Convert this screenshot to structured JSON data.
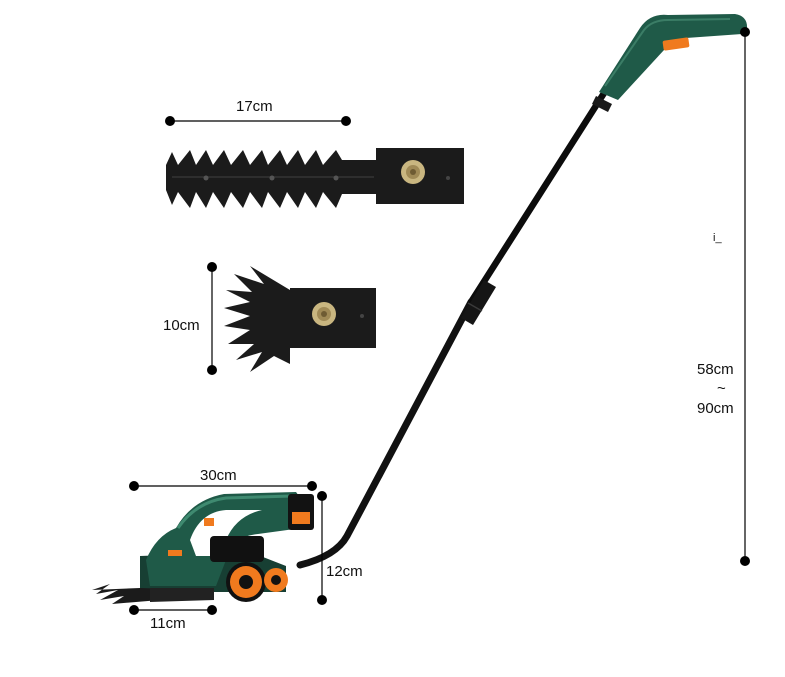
{
  "dimensions": {
    "blade_long_length": "17cm",
    "blade_short_width": "10cm",
    "body_length": "30cm",
    "body_height": "12cm",
    "blade_tip_length": "11cm",
    "pole_length_min": "58cm",
    "pole_length_sep": "~",
    "pole_length_max": "90cm",
    "stray_mark": "i_"
  },
  "colors": {
    "body_green": "#1f5a48",
    "accent_orange": "#f07a1e",
    "blade_black": "#1b1b1b",
    "pole_black": "#111111"
  }
}
